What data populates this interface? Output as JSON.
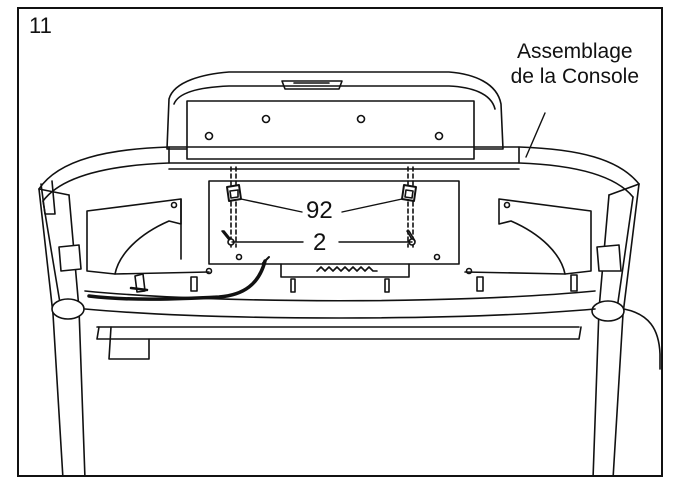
{
  "step": {
    "number": "11"
  },
  "callouts": {
    "console_assembly": {
      "line1": "Assemblage",
      "line2": "de la Console"
    },
    "part_92": "92",
    "part_2": "2"
  },
  "colors": {
    "ink": "#111111",
    "paper": "#ffffff"
  }
}
